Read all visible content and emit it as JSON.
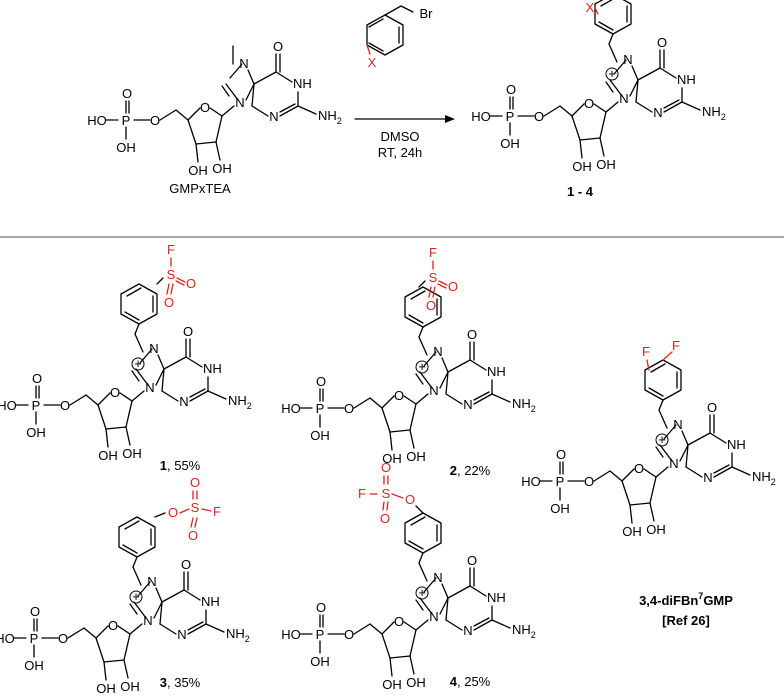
{
  "atoms": {
    "ho": "HO",
    "oh": "OH",
    "p": "P",
    "o": "O",
    "nh": "NH",
    "n": "N",
    "nh2": "NH",
    "nh2_sub": "2",
    "plus": "+",
    "s": "S",
    "f": "F",
    "br": "Br",
    "x": "X"
  },
  "reaction": {
    "reagent_label": "GMPxTEA",
    "solvent": "DMSO",
    "conditions": "RT, 24h",
    "product_label": "1 - 4"
  },
  "compounds": [
    {
      "number": "1",
      "yield": ", 55%"
    },
    {
      "number": "2",
      "yield": ", 22%"
    },
    {
      "number": "3",
      "yield": ", 35%"
    },
    {
      "number": "4",
      "yield": ", 25%"
    }
  ],
  "reference": {
    "name_prefix": "3,4-diFBn",
    "name_sup": "7",
    "name_suffix": "GMP",
    "ref": "[Ref 26]"
  },
  "colors": {
    "heteroatom_highlight": "#e0231c",
    "bonds": "#000000"
  }
}
